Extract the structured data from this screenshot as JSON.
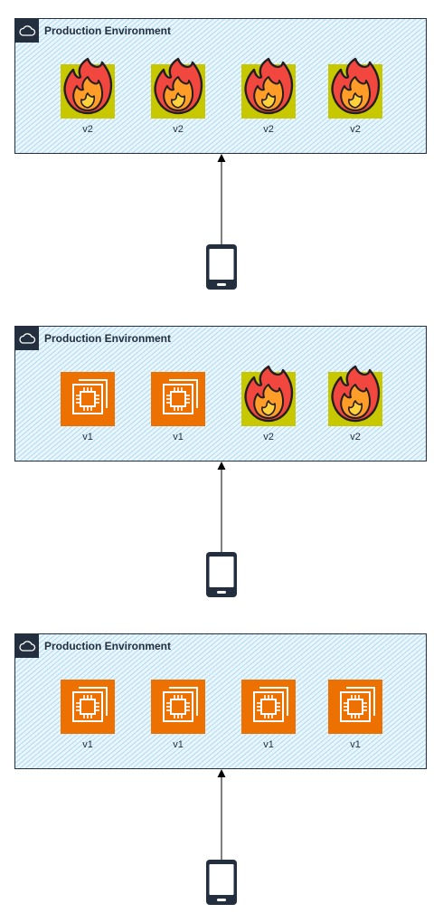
{
  "environments": [
    {
      "title": "Production Environment",
      "instances": [
        {
          "version": "v2",
          "state": "on-fire"
        },
        {
          "version": "v2",
          "state": "on-fire"
        },
        {
          "version": "v2",
          "state": "on-fire"
        },
        {
          "version": "v2",
          "state": "on-fire"
        }
      ]
    },
    {
      "title": "Production Environment",
      "instances": [
        {
          "version": "v1",
          "state": "healthy"
        },
        {
          "version": "v1",
          "state": "healthy"
        },
        {
          "version": "v2",
          "state": "on-fire"
        },
        {
          "version": "v2",
          "state": "on-fire"
        }
      ]
    },
    {
      "title": "Production Environment",
      "instances": [
        {
          "version": "v1",
          "state": "healthy"
        },
        {
          "version": "v1",
          "state": "healthy"
        },
        {
          "version": "v1",
          "state": "healthy"
        },
        {
          "version": "v1",
          "state": "healthy"
        }
      ]
    }
  ],
  "colors": {
    "v1_instance": "#ed7100",
    "v2_instance": "#c8c800",
    "frame": "#232f3e",
    "fire_outer": "#f2473f",
    "fire_inner": "#ff9d28",
    "fire_core": "#ffd23c"
  },
  "icons": {
    "group": "cloud-icon",
    "v1": "ec2-instance-icon",
    "v2": "fire-icon",
    "client": "mobile-phone-icon"
  }
}
